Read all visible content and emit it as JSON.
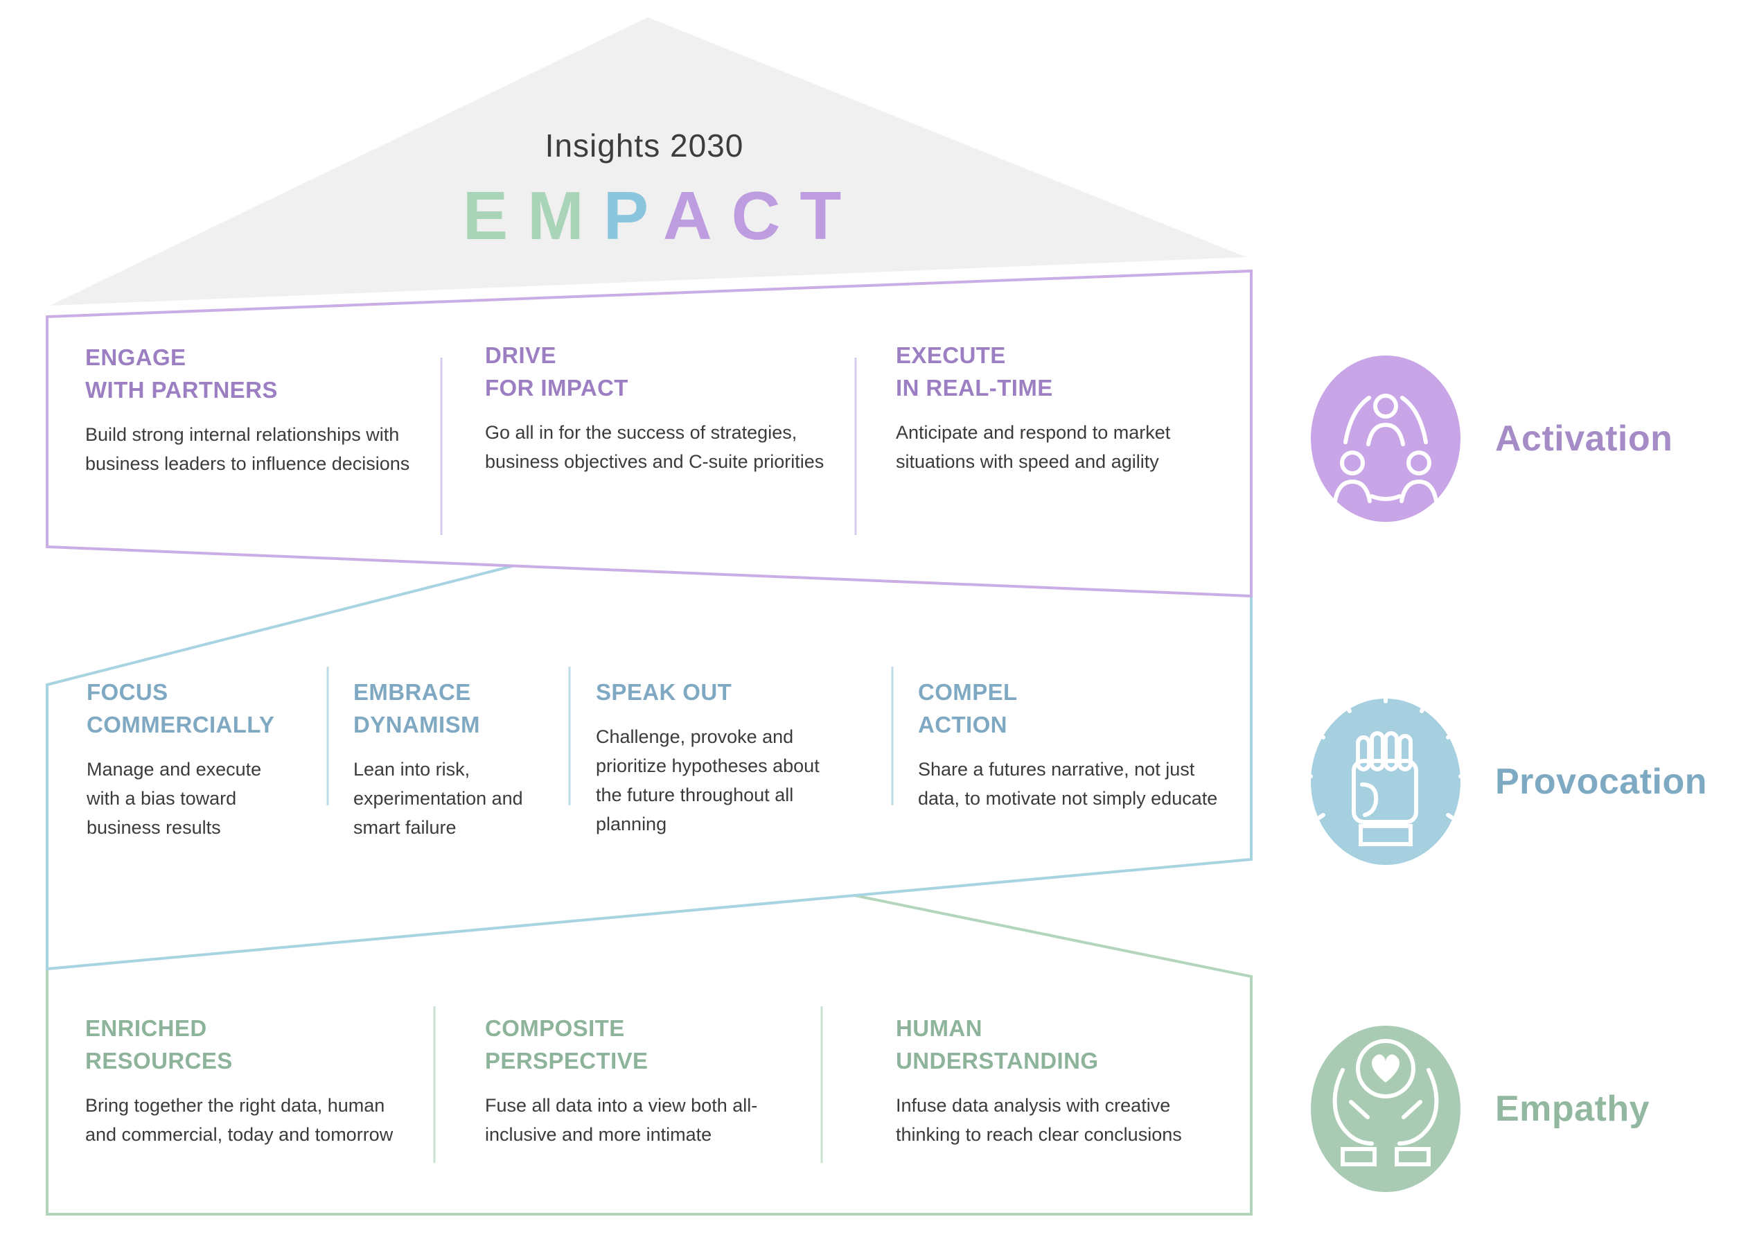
{
  "roof": {
    "subtitle": "Insights 2030",
    "word": [
      {
        "char": "E"
      },
      {
        "char": "M"
      },
      {
        "char": "P"
      },
      {
        "char": "A"
      },
      {
        "char": "C"
      },
      {
        "char": "T"
      }
    ]
  },
  "tiers": [
    {
      "label": "Activation",
      "icon": "people-network-icon",
      "accent_color": "#9c7fc2",
      "band_color": "#c9aee6",
      "icon_fill": "#c8a5e6",
      "columns": [
        {
          "title": "ENGAGE\nWITH PARTNERS",
          "body": "Build strong internal relationships with business leaders to influence decisions"
        },
        {
          "title": "DRIVE\nFOR IMPACT",
          "body": "Go all in for the success of strategies, business objectives and C-suite priorities"
        },
        {
          "title": "EXECUTE\nIN REAL-TIME",
          "body": "Anticipate and respond to market situations with speed and agility"
        }
      ]
    },
    {
      "label": "Provocation",
      "icon": "raised-fist-icon",
      "accent_color": "#7fa9c2",
      "band_color": "#a8d3e0",
      "icon_fill": "#a6cfe0",
      "columns": [
        {
          "title": "FOCUS\nCOMMERCIALLY",
          "body": "Manage and execute with a bias toward business results"
        },
        {
          "title": "EMBRACE\nDYNAMISM",
          "body": "Lean into risk, experimentation and smart failure"
        },
        {
          "title": "SPEAK OUT",
          "body": "Challenge, provoke and prioritize hypotheses about the future throughout all planning"
        },
        {
          "title": "COMPEL\nACTION",
          "body": "Share a futures narrative, not just data, to motivate not simply educate"
        }
      ]
    },
    {
      "label": "Empathy",
      "icon": "hands-heart-icon",
      "accent_color": "#8db49b",
      "band_color": "#b2d5bc",
      "icon_fill": "#a9cbb4",
      "columns": [
        {
          "title": "ENRICHED\nRESOURCES",
          "body": "Bring together the right data, human and commercial, today and tomorrow"
        },
        {
          "title": "COMPOSITE\nPERSPECTIVE",
          "body": "Fuse all data into a view both all-inclusive and more intimate"
        },
        {
          "title": "HUMAN\nUNDERSTANDING",
          "body": "Infuse data analysis with creative thinking to reach clear conclusions"
        }
      ]
    }
  ],
  "theme": {
    "roof_fill": "#f0f0f0",
    "word_letter_colors": {
      "E": "#aad4b8",
      "M": "#aad4b8",
      "P": "#8cc6de",
      "A": "#bd9de0",
      "C": "#bd9de0",
      "T": "#bd9de0"
    },
    "body_text_color": "#3b3b3b",
    "subtitle_color": "#3d3d3d"
  }
}
